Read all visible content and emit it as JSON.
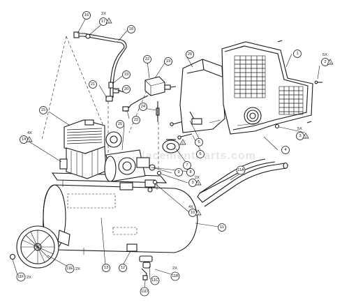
{
  "watermark": "eReplacementParts.com",
  "callouts": {
    "c1": "1",
    "c2": "2",
    "c3a": "3",
    "c3b": "3",
    "c4": "4",
    "c5": "5",
    "c6": "6",
    "c7": "7",
    "c8": "8",
    "c9": "9",
    "c10": "10",
    "c11": "11",
    "c11a": "11A",
    "c11b": "11B",
    "c11c": "11C",
    "c11d": "11D",
    "c11e": "11E",
    "c11f": "11F",
    "c12": "12",
    "c13": "13",
    "c14": "14",
    "c15": "15",
    "c16": "16",
    "c17": "17",
    "c18": "18",
    "c19a": "19",
    "c19b": "19",
    "c20": "20",
    "c21": "21",
    "c22": "22",
    "c23": "23",
    "c24": "24",
    "c25": "25",
    "c26": "26"
  },
  "quantities": {
    "q17": "2X",
    "q2": "5X",
    "q3a": "5X",
    "q14": "4X",
    "q3b": "2X",
    "q10": "4X",
    "q11e": "2X",
    "q11b": "2X",
    "q11f": "2X"
  },
  "warning_symbol": "!"
}
